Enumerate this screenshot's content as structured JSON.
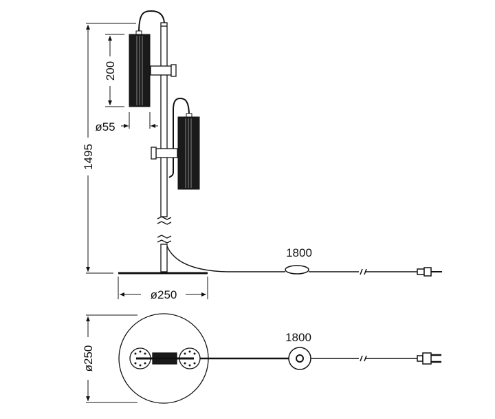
{
  "title": "Floor lamp dimensional drawing",
  "side_view": {
    "height_label": "1495",
    "lamp_length_label": "200",
    "lamp_diameter_label": "ø55",
    "base_diameter_label": "ø250",
    "cord_length_label": "1800"
  },
  "top_view": {
    "base_diameter_label": "ø250",
    "cord_length_label": "1800"
  },
  "colors": {
    "line": "#111111",
    "lamp_body": "#1a1a1a",
    "background": "#ffffff"
  }
}
